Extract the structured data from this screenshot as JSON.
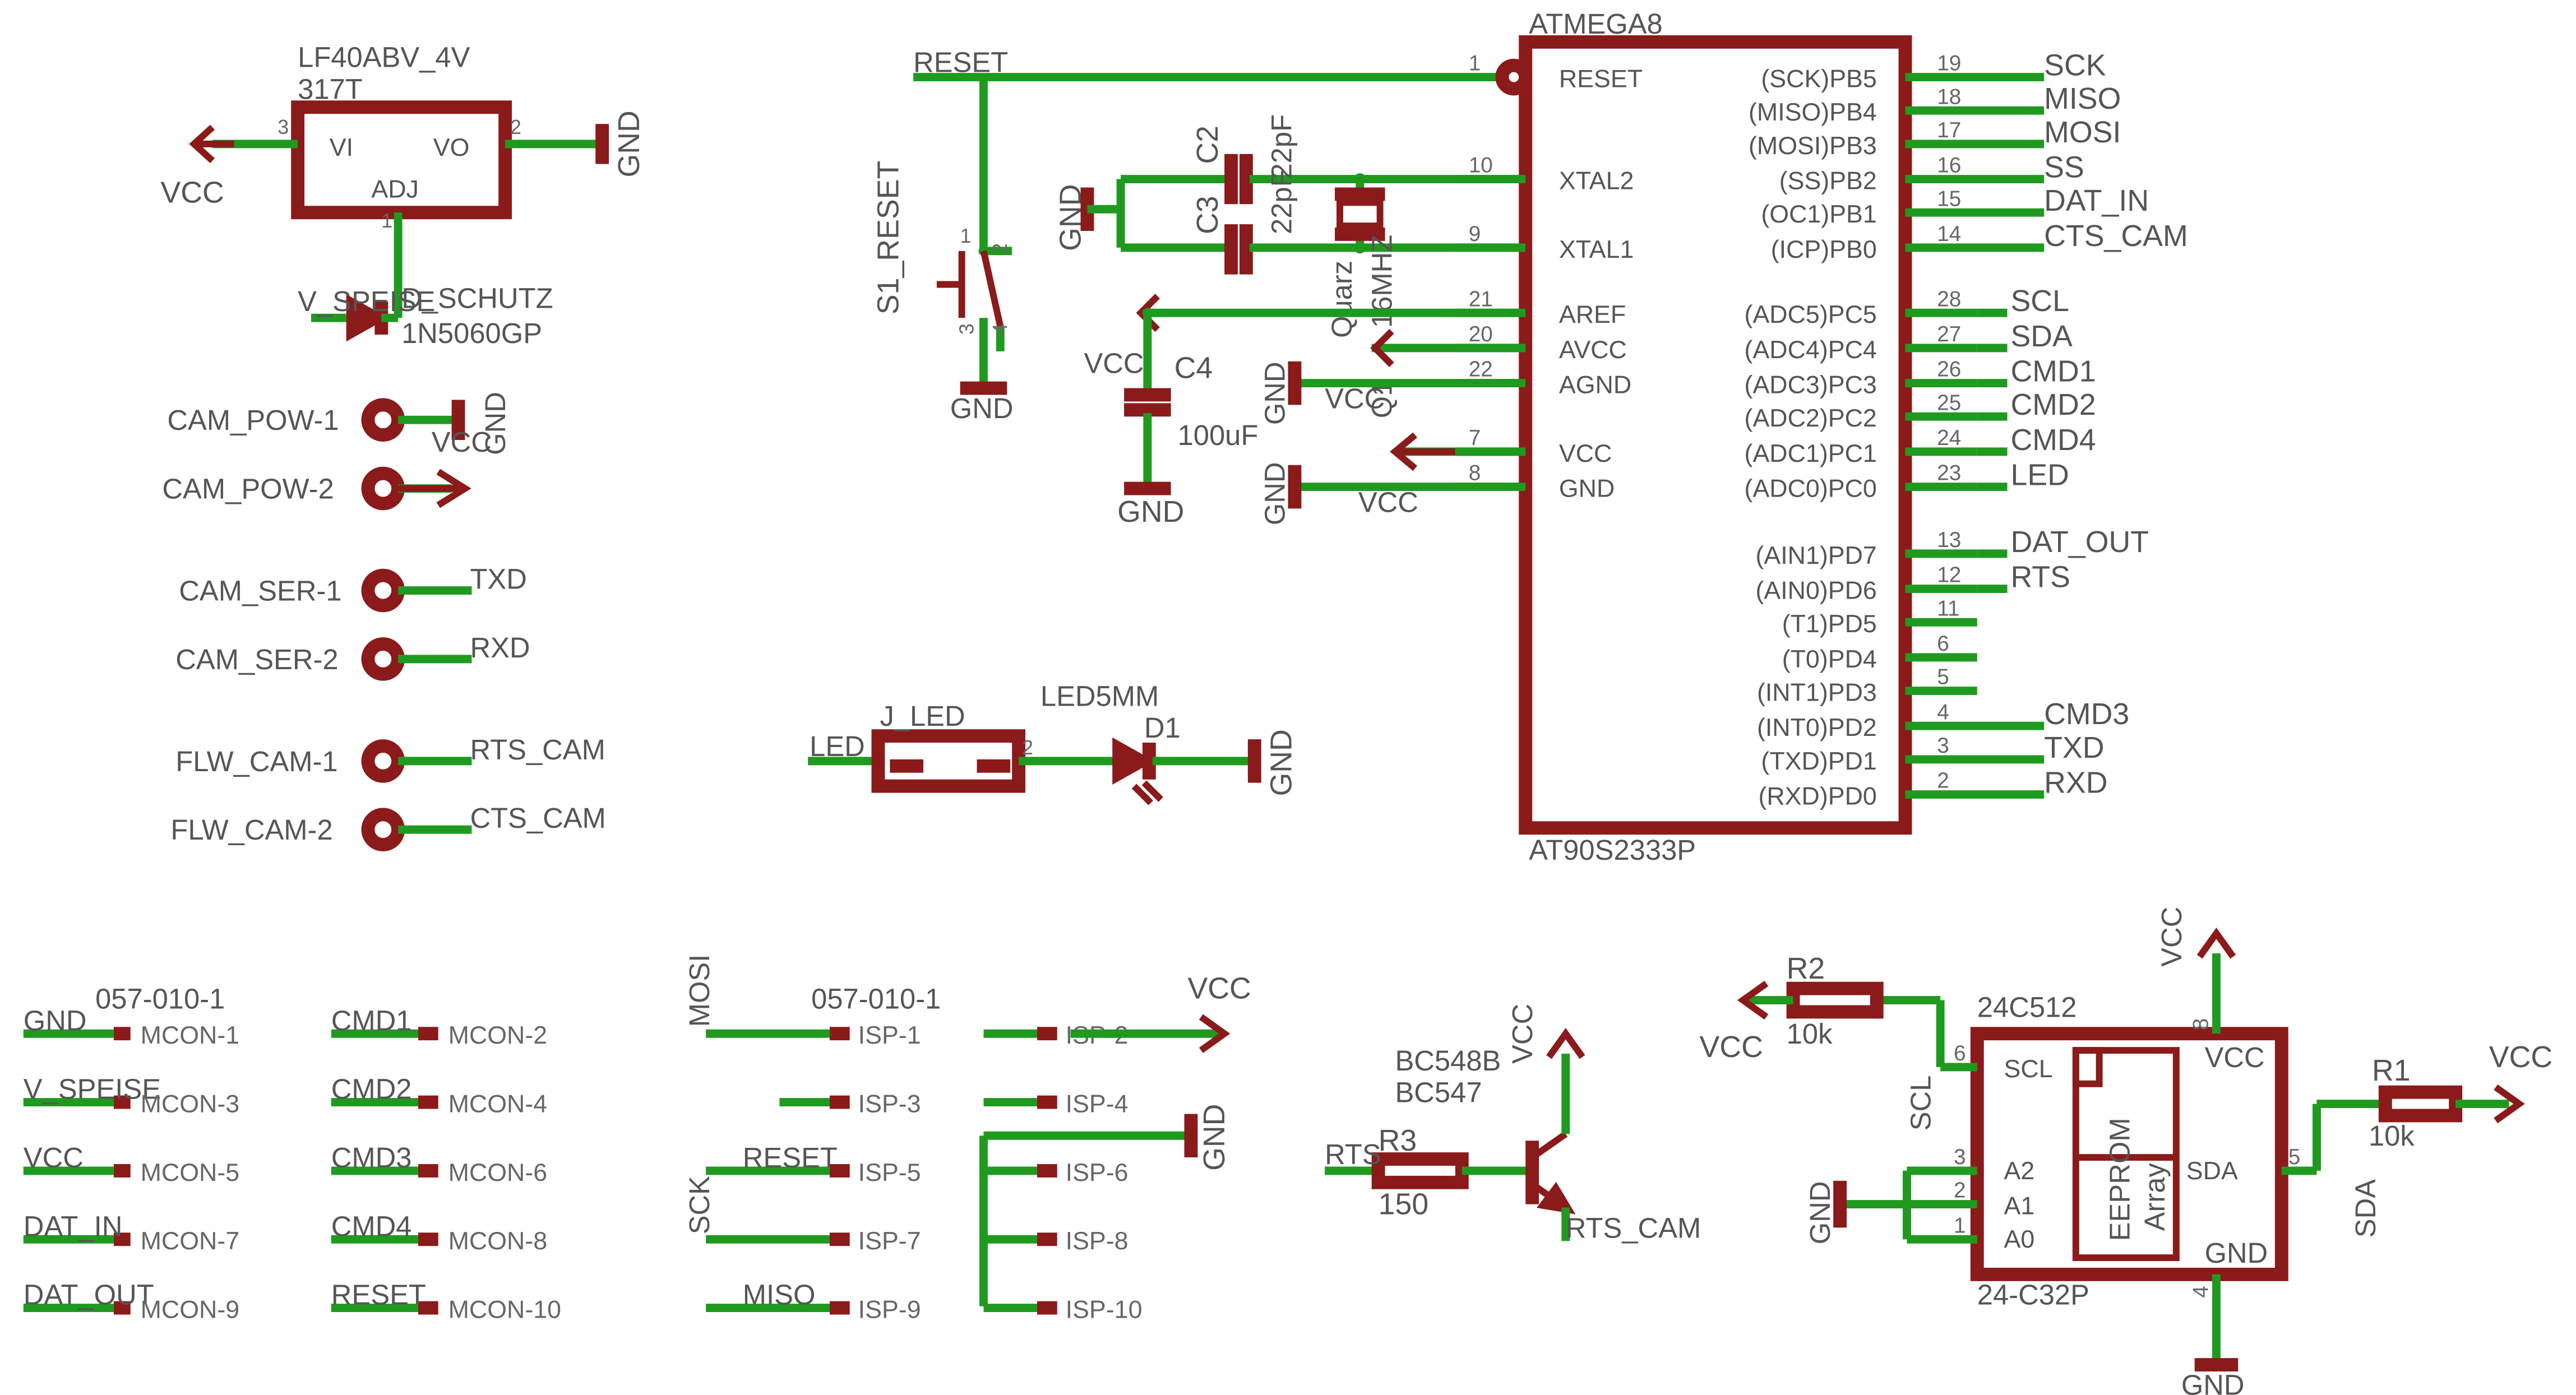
{
  "colors": {
    "wire": "#1f9a1f",
    "symbol": "#8b1a1a",
    "text": "#555555",
    "background": "#ffffff"
  },
  "regulator": {
    "name": "LF40ABV_4V",
    "value": "317T",
    "pin_vi": "VI",
    "pin_vo": "VO",
    "pin_adj": "ADJ",
    "pin3": "3",
    "pin2": "2",
    "pin1": "1",
    "in_net": "VCC",
    "out_net": "GND"
  },
  "diode_schutz": {
    "name": "D_SCHUTZ",
    "value": "1N5060GP",
    "net": "V_SPEISE"
  },
  "pads": [
    {
      "name": "CAM_POW-1",
      "net": "GND",
      "net2": "VCC"
    },
    {
      "name": "CAM_POW-2",
      "net": ""
    },
    {
      "name": "CAM_SER-1",
      "net": "TXD"
    },
    {
      "name": "CAM_SER-2",
      "net": "RXD"
    },
    {
      "name": "FLW_CAM-1",
      "net": "RTS_CAM"
    },
    {
      "name": "FLW_CAM-2",
      "net": "CTS_CAM"
    }
  ],
  "mcu": {
    "name": "ATMEGA8",
    "value": "AT90S2333P",
    "left_pins": [
      {
        "num": "1",
        "name": "RESET"
      },
      {
        "num": "10",
        "name": "XTAL2"
      },
      {
        "num": "9",
        "name": "XTAL1"
      },
      {
        "num": "21",
        "name": "AREF"
      },
      {
        "num": "20",
        "name": "AVCC"
      },
      {
        "num": "22",
        "name": "AGND"
      },
      {
        "num": "7",
        "name": "VCC"
      },
      {
        "num": "8",
        "name": "GND"
      }
    ],
    "right_pins": [
      {
        "num": "19",
        "name": "(SCK)PB5",
        "net": "SCK"
      },
      {
        "num": "18",
        "name": "(MISO)PB4",
        "net": "MISO"
      },
      {
        "num": "17",
        "name": "(MOSI)PB3",
        "net": "MOSI"
      },
      {
        "num": "16",
        "name": "(SS)PB2",
        "net": "SS"
      },
      {
        "num": "15",
        "name": "(OC1)PB1",
        "net": "DAT_IN"
      },
      {
        "num": "14",
        "name": "(ICP)PB0",
        "net": "CTS_CAM"
      },
      {
        "num": "28",
        "name": "(ADC5)PC5",
        "net": "SCL"
      },
      {
        "num": "27",
        "name": "(ADC4)PC4",
        "net": "SDA"
      },
      {
        "num": "26",
        "name": "(ADC3)PC3",
        "net": "CMD1"
      },
      {
        "num": "25",
        "name": "(ADC2)PC2",
        "net": "CMD2"
      },
      {
        "num": "24",
        "name": "(ADC1)PC1",
        "net": "CMD4"
      },
      {
        "num": "23",
        "name": "(ADC0)PC0",
        "net": "LED"
      },
      {
        "num": "13",
        "name": "(AIN1)PD7",
        "net": "DAT_OUT"
      },
      {
        "num": "12",
        "name": "(AIN0)PD6",
        "net": "RTS"
      },
      {
        "num": "11",
        "name": "(T1)PD5",
        "net": ""
      },
      {
        "num": "6",
        "name": "(T0)PD4",
        "net": ""
      },
      {
        "num": "5",
        "name": "(INT1)PD3",
        "net": ""
      },
      {
        "num": "4",
        "name": "(INT0)PD2",
        "net": "CMD3"
      },
      {
        "num": "3",
        "name": "(TXD)PD1",
        "net": "TXD"
      },
      {
        "num": "2",
        "name": "(RXD)PD0",
        "net": "RXD"
      }
    ]
  },
  "reset_net": "RESET",
  "switch": {
    "name": "S1_RESET",
    "pins": [
      "1",
      "2",
      "3",
      "4"
    ],
    "gnd": "GND"
  },
  "caps": {
    "c2": "C2",
    "c3": "C3",
    "c2_val": "22pF",
    "c3_val": "22pF",
    "gnd": "GND"
  },
  "quartz": {
    "name": "Quarz",
    "value": "16MHZ",
    "ref": "Q1"
  },
  "c4": {
    "name": "C4",
    "value": "100uF",
    "vcc": "VCC",
    "gnd": "GND"
  },
  "analog": {
    "gnd_agnd": "GND",
    "vcc_agnd": "VCC",
    "vcc_pin7": "VCC",
    "gnd_pin8": "GND",
    "vcc_pin8": "VCC"
  },
  "led": {
    "jumper": "J_LED",
    "net": "LED",
    "pin2": "2",
    "name": "LED5MM",
    "ref": "D1",
    "gnd": "GND"
  },
  "mcon": {
    "header": "057-010-1",
    "rows": [
      {
        "lnet": "GND",
        "lpin": "MCON-1",
        "rnet": "CMD1",
        "rpin": "MCON-2"
      },
      {
        "lnet": "V_SPEISE",
        "lpin": "MCON-3",
        "rnet": "CMD2",
        "rpin": "MCON-4"
      },
      {
        "lnet": "VCC",
        "lpin": "MCON-5",
        "rnet": "CMD3",
        "rpin": "MCON-6"
      },
      {
        "lnet": "DAT_IN",
        "lpin": "MCON-7",
        "rnet": "CMD4",
        "rpin": "MCON-8"
      },
      {
        "lnet": "DAT_OUT",
        "lpin": "MCON-9",
        "rnet": "RESET",
        "rpin": "MCON-10"
      }
    ]
  },
  "isp": {
    "header": "057-010-1",
    "vcc": "VCC",
    "gnd": "GND",
    "rows": [
      {
        "lnet": "MOSI",
        "lpin": "ISP-1",
        "rpin": "ISP-2"
      },
      {
        "lnet": "",
        "lpin": "ISP-3",
        "rpin": "ISP-4"
      },
      {
        "lnet": "RESET",
        "lpin": "ISP-5",
        "rpin": "ISP-6"
      },
      {
        "lnet": "SCK",
        "lpin": "ISP-7",
        "rpin": "ISP-8"
      },
      {
        "lnet": "MISO",
        "lpin": "ISP-9",
        "rpin": "ISP-10"
      }
    ]
  },
  "transistor": {
    "name": "BC548B",
    "value": "BC547",
    "vcc": "VCC",
    "out": "RTS_CAM"
  },
  "r3": {
    "name": "R3",
    "value": "150",
    "in": "RTS"
  },
  "r2": {
    "name": "R2",
    "value": "10k",
    "vcc": "VCC",
    "net": "SCL"
  },
  "r1": {
    "name": "R1",
    "value": "10k",
    "vcc": "VCC",
    "net": "SDA"
  },
  "eeprom": {
    "name": "24C512",
    "value": "24-C32P",
    "inner1": "EEPROM",
    "inner2": "Array",
    "vcc": "VCC",
    "gnd": "GND",
    "pins": [
      "SCL",
      "A2",
      "A1",
      "A0",
      "SDA",
      "VCC",
      "GND"
    ],
    "nums": [
      "6",
      "3",
      "2",
      "1",
      "5",
      "8",
      "4"
    ],
    "top_vcc": "VCC",
    "bottom_gnd": "GND",
    "left_gnd": "GND"
  }
}
